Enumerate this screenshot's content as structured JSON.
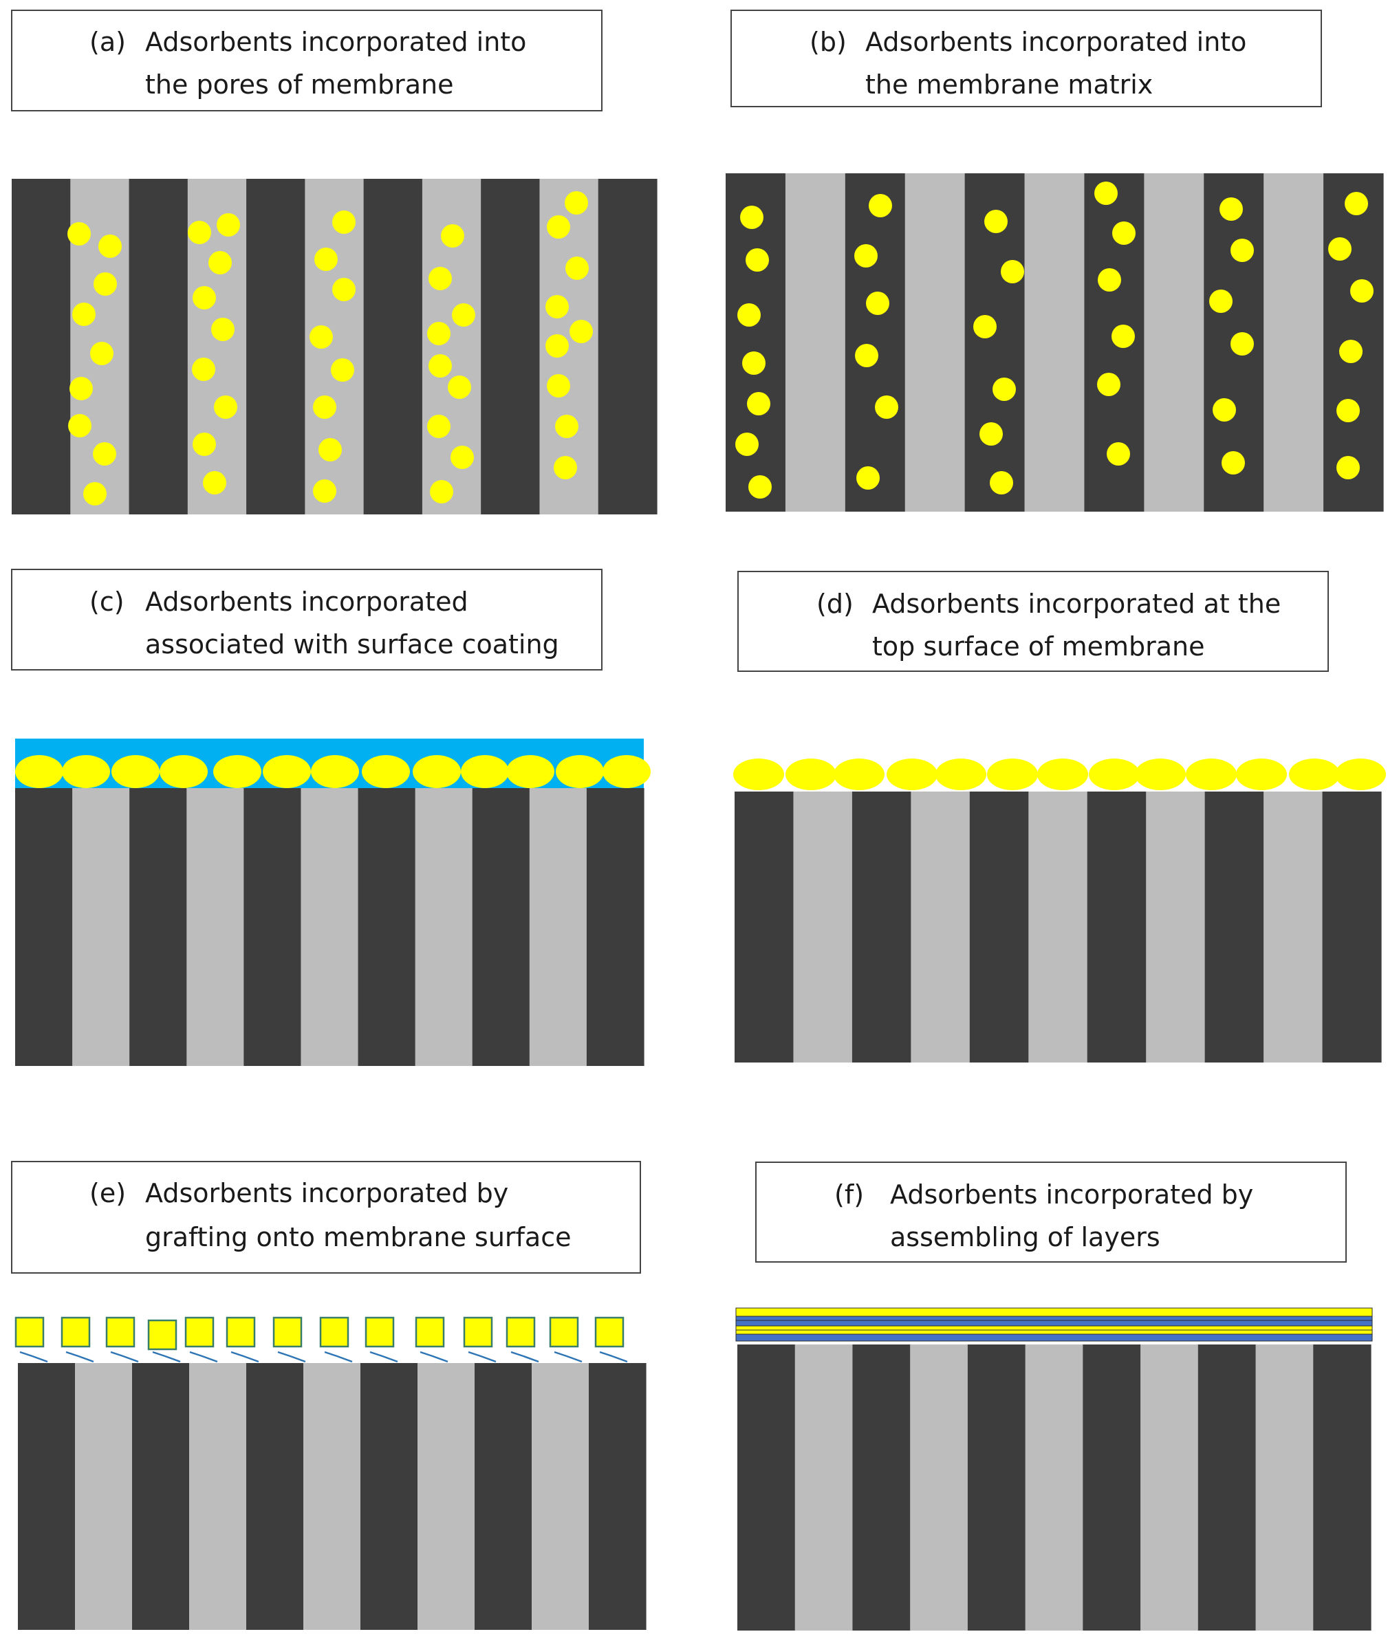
{
  "colors": {
    "solid": "#3d3d3d",
    "pore": "#bdbdbd",
    "adsorbent": "#ffff00",
    "coating": "#00b0f0",
    "layer": "#4472c4",
    "linker": "#2e75b6"
  },
  "panels": [
    {
      "id": "a",
      "tag": "(a)",
      "line1": "Adsorbents incorporated into",
      "line2": "the pores of membrane"
    },
    {
      "id": "b",
      "tag": "(b)",
      "line1": "Adsorbents incorporated into",
      "line2": "the membrane matrix"
    },
    {
      "id": "c",
      "tag": "(c)",
      "line1": "Adsorbents incorporated",
      "line2": "associated with surface coating"
    },
    {
      "id": "d",
      "tag": "(d)",
      "line1": "Adsorbents incorporated at the",
      "line2": "top surface of membrane"
    },
    {
      "id": "e",
      "tag": "(e)",
      "line1": "Adsorbents incorporated by",
      "line2": "grafting onto membrane surface"
    },
    {
      "id": "f",
      "tag": "(f)",
      "line1": "Adsorbents incorporated by",
      "line2": "assembling of layers"
    }
  ]
}
